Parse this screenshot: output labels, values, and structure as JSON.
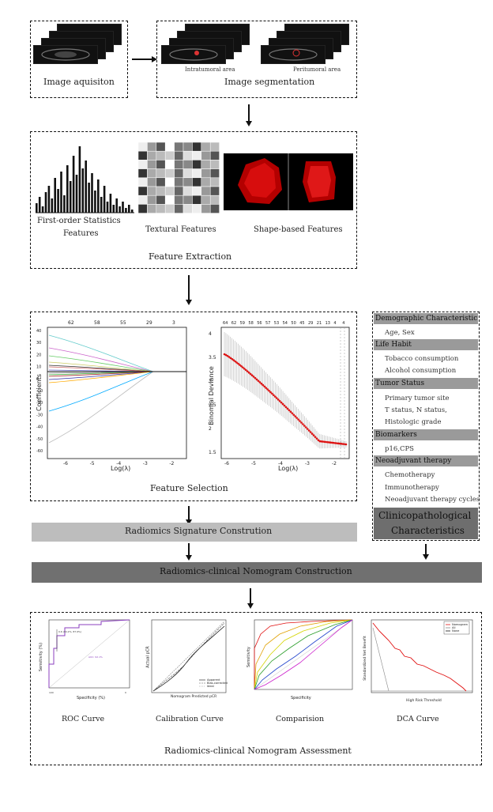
{
  "stage1": {
    "acquisition_label": "Image aquisiton",
    "segmentation_label": "Image segmentation",
    "intratumoral_label": "Intratumoral area",
    "peritumoral_label": "Peritumoral area"
  },
  "stage2": {
    "first_order_label_1": "First-order Statistics",
    "first_order_label_2": "Features",
    "textural_label": "Textural Features",
    "shape_label": "Shape-based Features",
    "section_label": "Feature Extraction"
  },
  "stage3": {
    "section_label": "Feature Selection",
    "coef_plot": {
      "ylabel": "Coefficients",
      "xlabel": "Log(λ)",
      "top_ticks": [
        "62",
        "58",
        "55",
        "29",
        "3"
      ],
      "x_ticks": [
        "-6",
        "-5",
        "-4",
        "-3",
        "-2"
      ],
      "y_ticks": [
        "40",
        "30",
        "20",
        "10",
        "0",
        "-10",
        "-20",
        "-30",
        "-40",
        "-50",
        "-60"
      ]
    },
    "deviance_plot": {
      "ylabel": "Binomial Deviance",
      "xlabel": "Log(λ)",
      "top_ticks": [
        "64",
        "62",
        "59",
        "58",
        "56",
        "57",
        "53",
        "54",
        "50",
        "45",
        "29",
        "21",
        "13",
        "4",
        "4"
      ],
      "x_ticks": [
        "-6",
        "-5",
        "-4",
        "-3",
        "-2"
      ],
      "y_ticks": [
        "4",
        "3.5",
        "3",
        "2.5",
        "2",
        "1.5"
      ]
    }
  },
  "clinical": {
    "groups": [
      {
        "header": "Demographic Characteristic",
        "items": [
          "Age, Sex"
        ]
      },
      {
        "header": "Life Habit",
        "items": [
          "Tobacco consumption",
          "Alcohol consumption"
        ]
      },
      {
        "header": "Tumor Status",
        "items": [
          "Primary tumor site",
          "T status, N status,",
          "Histologic grade"
        ]
      },
      {
        "header": "Biomarkers",
        "items": [
          "p16,CPS"
        ]
      },
      {
        "header": "Neoadjuvant therapy",
        "items": [
          "Chemotherapy",
          "Immunotherapy",
          "Neoadjuvant therapy cycles"
        ]
      }
    ],
    "footer_1": "Clinicopathological",
    "footer_2": "Characteristics"
  },
  "bars": {
    "signature_label": "Radiomics Signature Constrution",
    "nomogram_label": "Radiomics-clinical Nomogram Construction"
  },
  "assessment": {
    "section_label": "Radiomics-clinical Nomogram Assessment",
    "roc_label": "ROC Curve",
    "calibration_label": "Calibration Curve",
    "comparison_label": "Comparision",
    "dca_label": "DCA Curve",
    "roc": {
      "ylabel": "Sensitivity (%)",
      "xlabel": "Specificity (%)"
    },
    "calibration": {
      "ylabel": "Actual pCR",
      "xlabel": "Nomogram Predicted pCR",
      "legend": [
        "Apparent",
        "Bias-corrected",
        "Ideal"
      ]
    },
    "comparison": {
      "ylabel": "Sensitivity",
      "xlabel": "Specificity"
    },
    "dca": {
      "ylabel": "Standardized Net Benefit",
      "xlabel": "High Risk Threshold",
      "legend": [
        "Nomogram",
        "All",
        "None"
      ]
    }
  },
  "colors": {
    "signature_bar": "#bdbdbd",
    "nomogram_bar": "#707070",
    "clinical_header": "#9a9a9a",
    "clinical_footer": "#6e6e6e",
    "deviance_points": "#dd1111",
    "shape_render": "#cc0000"
  }
}
